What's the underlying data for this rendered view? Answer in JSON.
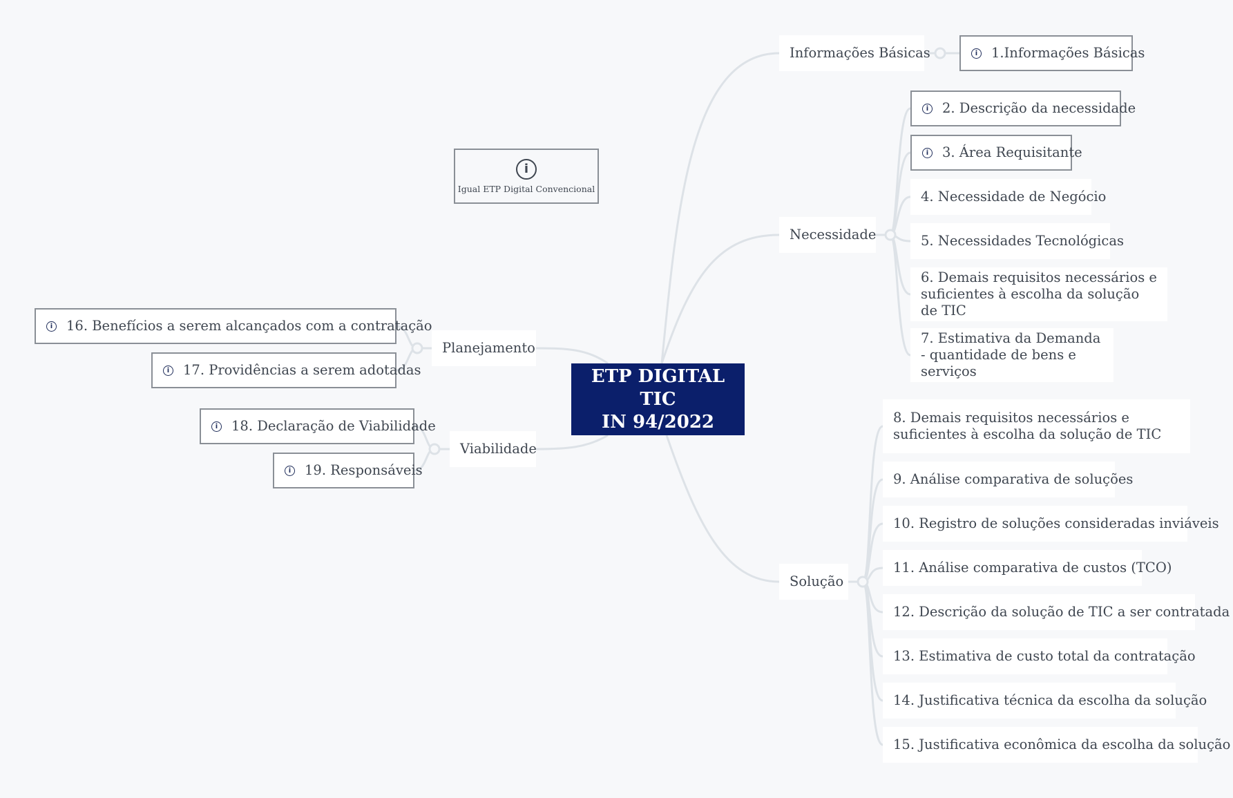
{
  "root": {
    "line1": "ETP DIGITAL TIC",
    "line2": "IN 94/2022"
  },
  "note": {
    "icon": "info-icon",
    "text": "Igual ETP Digital Convencional"
  },
  "branches": {
    "informacoes_basicas": {
      "label": "Informações Básicas",
      "items": [
        "1.Informações Básicas"
      ]
    },
    "necessidade": {
      "label": "Necessidade",
      "items": [
        "2. Descrição da necessidade",
        "3. Área Requisitante",
        "4. Necessidade de Negócio",
        "5. Necessidades Tecnológicas",
        "6. Demais requisitos necessários e suficientes à escolha da solução de TIC",
        "7. Estimativa da Demanda - quantidade de bens e serviços"
      ]
    },
    "solucao": {
      "label": "Solução",
      "items": [
        "8. Demais requisitos necessários e suficientes à escolha da solução de TIC",
        "9. Análise comparativa de soluções",
        "10. Registro de soluções consideradas inviáveis",
        "11. Análise comparativa de custos (TCO)",
        "12. Descrição da solução de TIC a ser contratada",
        "13. Estimativa de custo total da contratação",
        "14. Justificativa técnica da escolha da solução",
        "15. Justificativa econômica da escolha da solução"
      ]
    },
    "planejamento": {
      "label": "Planejamento",
      "items": [
        "16. Benefícios a serem alcançados com a contratação",
        "17. Providências a serem adotadas"
      ]
    },
    "viabilidade": {
      "label": "Viabilidade",
      "items": [
        "18. Declaração de Viabilidade",
        "19. Responsáveis"
      ]
    }
  },
  "colors": {
    "root_bg": "#0b1f6b",
    "connector": "#dde2e7",
    "border": "#8a8f96",
    "background": "#f7f8fa"
  }
}
